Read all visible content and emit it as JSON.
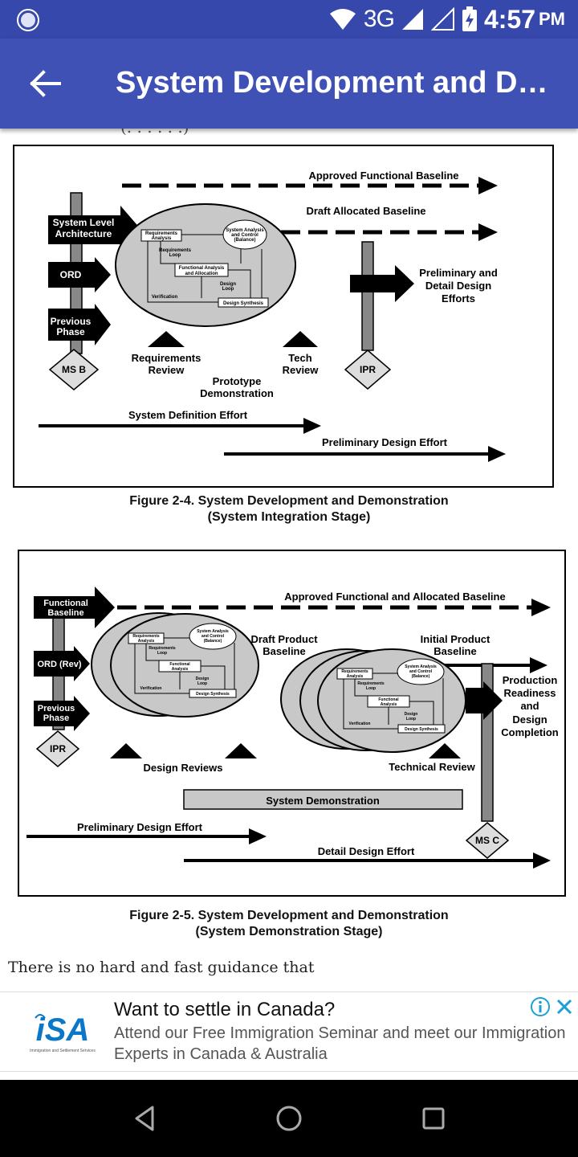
{
  "status_bar": {
    "network": "3G",
    "time": "4:57",
    "ampm": "PM"
  },
  "app_bar": {
    "title": "System Development and Demonstration",
    "back_icon": "arrow-back-icon"
  },
  "figure1": {
    "labels": {
      "approved_functional": "Approved Functional Baseline",
      "draft_allocated": "Draft Allocated Baseline",
      "system_level": "System Level",
      "architecture": "Architecture",
      "ord": "ORD",
      "previous": "Previous",
      "phase": "Phase",
      "ms_b": "MS B",
      "req_review_1": "Requirements",
      "req_review_2": "Review",
      "tech_review_1": "Tech",
      "tech_review_2": "Review",
      "prototype_1": "Prototype",
      "prototype_2": "Demonstration",
      "ipr": "IPR",
      "prelim_detail_1": "Preliminary and",
      "prelim_detail_2": "Detail Design",
      "prelim_detail_3": "Efforts",
      "sys_def_effort": "System Definition Effort",
      "prelim_design_effort": "Preliminary Design Effort",
      "se_req_analysis_1": "Requirements",
      "se_req_analysis_2": "Analysis",
      "se_sys_analysis_1": "System Analysis",
      "se_sys_analysis_2": "and Control",
      "se_sys_analysis_3": "(Balance)",
      "se_req_loop_1": "Requirements",
      "se_req_loop_2": "Loop",
      "se_func_analysis_1": "Functional Analysis",
      "se_func_analysis_2": "and Allocation",
      "se_design_loop_1": "Design",
      "se_design_loop_2": "Loop",
      "se_verification": "Verification",
      "se_design_synthesis": "Design Synthesis"
    },
    "caption_line1": "Figure 2-4. System Development and Demonstration",
    "caption_line2": "(System Integration Stage)"
  },
  "figure2": {
    "labels": {
      "functional_1": "Functional",
      "functional_2": "Baseline",
      "approved_func_alloc": "Approved Functional and Allocated Baseline",
      "ord_rev": "ORD (Rev)",
      "previous": "Previous",
      "phase": "Phase",
      "ipr": "IPR",
      "draft_product_1": "Draft Product",
      "draft_product_2": "Baseline",
      "initial_product_1": "Initial Product",
      "initial_product_2": "Baseline",
      "production_1": "Production",
      "production_2": "Readiness",
      "production_3": "and",
      "production_4": "Design",
      "production_5": "Completion",
      "design_reviews": "Design Reviews",
      "technical_review": "Technical Review",
      "system_demo": "System Demonstration",
      "prelim_design_effort": "Preliminary Design Effort",
      "detail_design_effort": "Detail Design Effort",
      "ms_c": "MS C",
      "se_req_analysis_1": "Requirements",
      "se_req_analysis_2": "Analysis",
      "se_sys_analysis_1": "System Analysis",
      "se_sys_analysis_2": "and Control",
      "se_sys_analysis_3": "(Balance)",
      "se_req_loop_1": "Requirements",
      "se_req_loop_2": "Loop",
      "se_func_1": "Functional",
      "se_func_2": "Analysis",
      "se_design_loop_1": "Design",
      "se_design_loop_2": "Loop",
      "se_verification": "Verification",
      "se_design_synthesis": "Design Synthesis"
    },
    "caption_line1": "Figure 2-5. System Development and Demonstration",
    "caption_line2": "(System Demonstration Stage)"
  },
  "body_text": "There is no hard and fast guidance that",
  "ad": {
    "title": "Want to settle in Canada?",
    "description": "Attend our Free Immigration Seminar and meet our Immigration Experts in Canada & Australia",
    "logo_text": "iSA",
    "logo_subtext": "Immigration and Settlement Services",
    "info_icon": "info-icon",
    "close_icon": "close-icon",
    "brand_color": "#0a77c9"
  },
  "nav_bar": {
    "back": "triangle-back-icon",
    "home": "circle-home-icon",
    "recents": "square-recents-icon"
  },
  "colors": {
    "app_bar": "#3f51b5",
    "status_bar": "#3748ad",
    "ellipse_fill": "#c8c8c8"
  }
}
